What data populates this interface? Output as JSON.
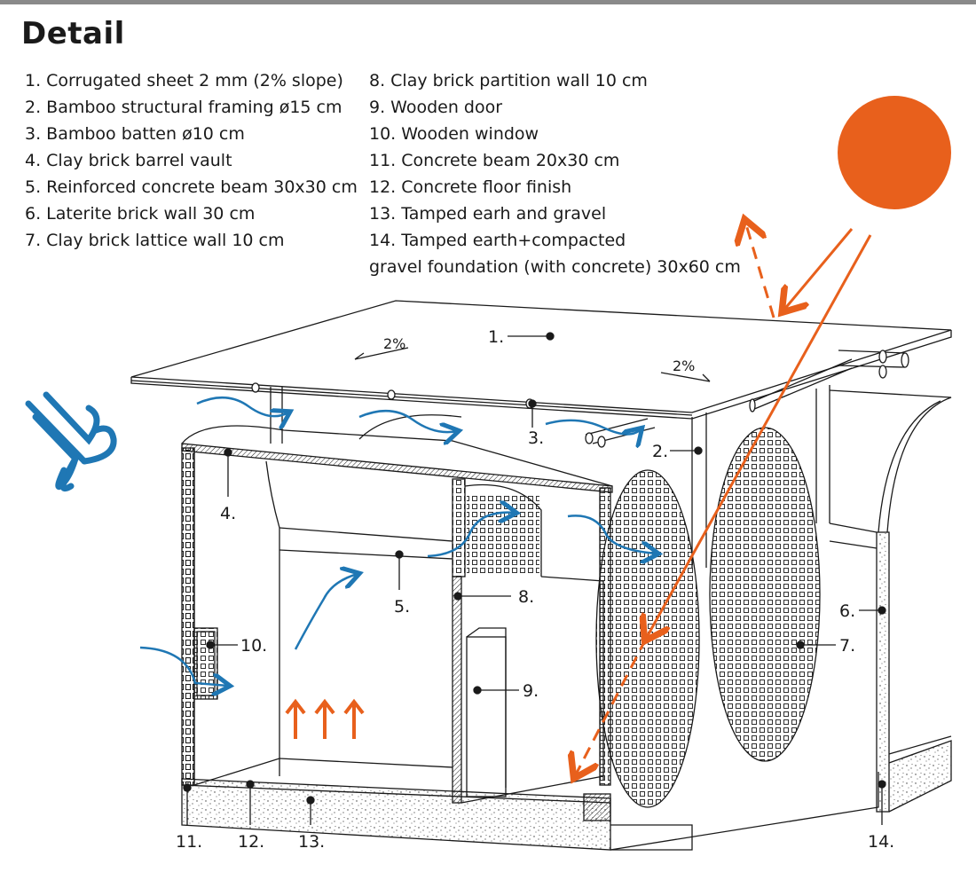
{
  "title": "Detail",
  "legend_left": [
    "1. Corrugated sheet 2 mm (2% slope)",
    "2. Bamboo structural framing ø15 cm",
    "3. Bamboo batten ø10 cm",
    "4. Clay brick barrel vault",
    "5. Reinforced concrete beam 30x30 cm",
    "6. Laterite brick wall 30 cm",
    "7. Clay brick lattice wall 10 cm"
  ],
  "legend_right": [
    "8. Clay brick partition wall 10 cm",
    "9. Wooden door",
    "10.  Wooden window",
    "11.  Concrete beam 20x30 cm",
    "12.  Concrete floor finish",
    "13.  Tamped earh and gravel",
    "14.  Tamped earth+compacted",
    "gravel foundation (with concrete) 30x60 cm"
  ],
  "callouts": {
    "c1": "1.",
    "c2": "2.",
    "c3": "3.",
    "c4": "4.",
    "c5": "5.",
    "c6": "6.",
    "c7": "7.",
    "c8": "8.",
    "c9": "9.",
    "c10": "10.",
    "c11": "11.",
    "c12": "12.",
    "c13": "13.",
    "c14": "14."
  },
  "slopes": {
    "left": "2%",
    "right": "2%"
  },
  "colors": {
    "sun": "#e8601c",
    "airflow": "#1f77b4",
    "line": "#1a1a1a"
  },
  "icons": {
    "sun": "sun-icon",
    "wind": "wind-icon",
    "heat_rise": "heat-arrows-icon"
  }
}
